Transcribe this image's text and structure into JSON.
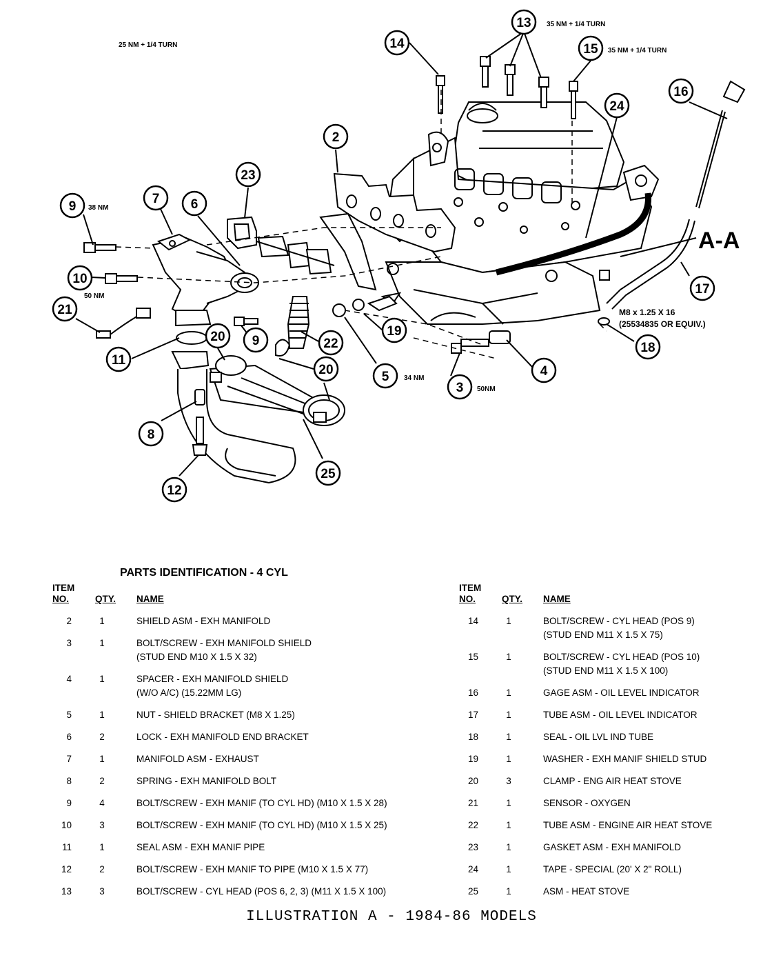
{
  "callouts": [
    {
      "id": "c14",
      "num": "14",
      "torque": "25 NM + 1/4 TURN"
    },
    {
      "id": "c13",
      "num": "13",
      "torque": "35 NM + 1/4 TURN"
    },
    {
      "id": "c15",
      "num": "15",
      "torque": "35 NM + 1/4 TURN"
    },
    {
      "id": "c16",
      "num": "16",
      "torque": ""
    },
    {
      "id": "c24",
      "num": "24",
      "torque": ""
    },
    {
      "id": "c2",
      "num": "2",
      "torque": ""
    },
    {
      "id": "c23",
      "num": "23",
      "torque": ""
    },
    {
      "id": "c9a",
      "num": "9",
      "torque": "38 NM"
    },
    {
      "id": "c7",
      "num": "7",
      "torque": ""
    },
    {
      "id": "c6",
      "num": "6",
      "torque": ""
    },
    {
      "id": "c10",
      "num": "10",
      "torque": "50 NM"
    },
    {
      "id": "c21",
      "num": "21",
      "torque": ""
    },
    {
      "id": "c11",
      "num": "11",
      "torque": ""
    },
    {
      "id": "c20a",
      "num": "20",
      "torque": ""
    },
    {
      "id": "c9b",
      "num": "9",
      "torque": ""
    },
    {
      "id": "c22",
      "num": "22",
      "torque": ""
    },
    {
      "id": "c20b",
      "num": "20",
      "torque": ""
    },
    {
      "id": "c19",
      "num": "19",
      "torque": ""
    },
    {
      "id": "c5",
      "num": "5",
      "torque": "34 NM"
    },
    {
      "id": "c3",
      "num": "3",
      "torque": "50NM"
    },
    {
      "id": "c4",
      "num": "4",
      "torque": ""
    },
    {
      "id": "c17",
      "num": "17",
      "torque": ""
    },
    {
      "id": "c18",
      "num": "18",
      "torque": ""
    },
    {
      "id": "c8",
      "num": "8",
      "torque": ""
    },
    {
      "id": "c12",
      "num": "12",
      "torque": ""
    },
    {
      "id": "c25",
      "num": "25",
      "torque": ""
    }
  ],
  "section_label": "A-A",
  "m8_note": [
    "M8 x 1.25 X 16",
    "(25534835 OR EQUIV.)"
  ],
  "parts_title": "PARTS IDENTIFICATION - 4 CYL",
  "headers": {
    "item": "ITEM",
    "no": "NO.",
    "qty": "QTY.",
    "name": "NAME"
  },
  "parts_left": [
    {
      "no": "2",
      "qty": "1",
      "name": [
        "SHIELD ASM - EXH MANIFOLD"
      ]
    },
    {
      "no": "3",
      "qty": "1",
      "name": [
        "BOLT/SCREW - EXH MANIFOLD SHIELD",
        "(STUD END M10 X 1.5 X 32)"
      ]
    },
    {
      "no": "4",
      "qty": "1",
      "name": [
        "SPACER - EXH MANIFOLD SHIELD",
        "(W/O A/C)  (15.22MM LG)"
      ]
    },
    {
      "no": "5",
      "qty": "1",
      "name": [
        "NUT - SHIELD BRACKET (M8 X 1.25)"
      ]
    },
    {
      "no": "6",
      "qty": "2",
      "name": [
        "LOCK - EXH MANIFOLD END BRACKET"
      ]
    },
    {
      "no": "7",
      "qty": "1",
      "name": [
        "MANIFOLD ASM - EXHAUST"
      ]
    },
    {
      "no": "8",
      "qty": "2",
      "name": [
        "SPRING - EXH MANIFOLD BOLT"
      ]
    },
    {
      "no": "9",
      "qty": "4",
      "name": [
        "BOLT/SCREW - EXH MANIF (TO CYL HD) (M10 X 1.5 X 28)"
      ]
    },
    {
      "no": "10",
      "qty": "3",
      "name": [
        "BOLT/SCREW - EXH MANIF (TO CYL HD) (M10 X 1.5 X 25)"
      ]
    },
    {
      "no": "11",
      "qty": "1",
      "name": [
        "SEAL ASM - EXH MANIF PIPE"
      ]
    },
    {
      "no": "12",
      "qty": "2",
      "name": [
        "BOLT/SCREW - EXH MANIF TO PIPE (M10 X 1.5 X 77)"
      ]
    },
    {
      "no": "13",
      "qty": "3",
      "name": [
        "BOLT/SCREW - CYL HEAD (POS 6, 2, 3) (M11 X 1.5 X 100)"
      ]
    }
  ],
  "parts_right": [
    {
      "no": "14",
      "qty": "1",
      "name": [
        "BOLT/SCREW - CYL HEAD (POS 9)",
        "(STUD END M11 X 1.5 X 75)"
      ]
    },
    {
      "no": "15",
      "qty": "1",
      "name": [
        "BOLT/SCREW - CYL HEAD (POS 10)",
        "(STUD END M11 X 1.5 X 100)"
      ]
    },
    {
      "no": "16",
      "qty": "1",
      "name": [
        "GAGE ASM - OIL LEVEL INDICATOR"
      ]
    },
    {
      "no": "17",
      "qty": "1",
      "name": [
        "TUBE ASM - OIL LEVEL INDICATOR"
      ]
    },
    {
      "no": "18",
      "qty": "1",
      "name": [
        "SEAL - OIL LVL IND TUBE"
      ]
    },
    {
      "no": "19",
      "qty": "1",
      "name": [
        "WASHER - EXH MANIF SHIELD STUD"
      ]
    },
    {
      "no": "20",
      "qty": "3",
      "name": [
        "CLAMP - ENG AIR HEAT STOVE"
      ]
    },
    {
      "no": "21",
      "qty": "1",
      "name": [
        "SENSOR - OXYGEN"
      ]
    },
    {
      "no": "22",
      "qty": "1",
      "name": [
        "TUBE ASM - ENGINE AIR HEAT STOVE"
      ]
    },
    {
      "no": "23",
      "qty": "1",
      "name": [
        "GASKET ASM - EXH MANIFOLD"
      ]
    },
    {
      "no": "24",
      "qty": "1",
      "name": [
        "TAPE - SPECIAL  (20' X 2\" ROLL)"
      ]
    },
    {
      "no": "25",
      "qty": "1",
      "name": [
        "ASM - HEAT STOVE"
      ]
    }
  ],
  "caption": "ILLUSTRATION A - 1984-86 MODELS"
}
